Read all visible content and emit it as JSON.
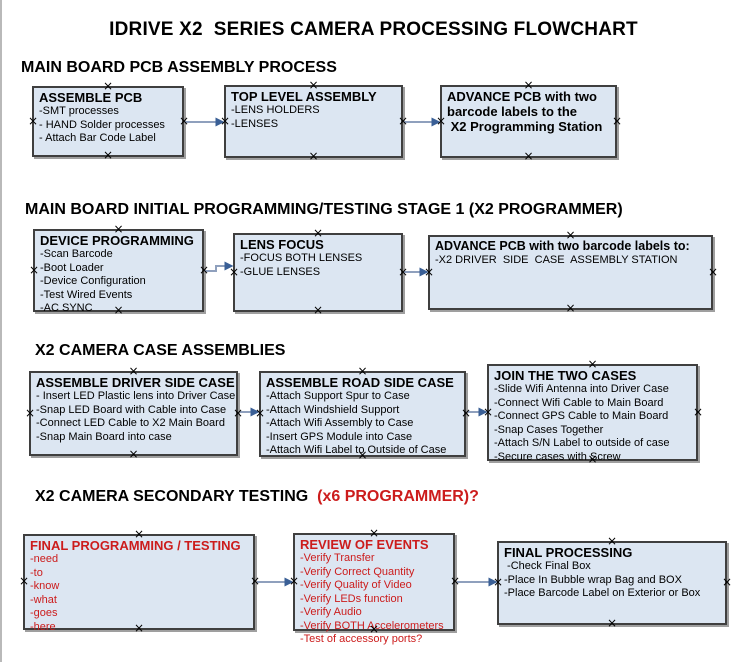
{
  "title": "IDRIVE X2  SERIES CAMERA PROCESSING FLOWCHART",
  "colors": {
    "box_fill": "#dce6f2",
    "box_border": "#3f3f3f",
    "box_shadow": "#9f9f9f",
    "red_text": "#cc1c1c",
    "arrow_line": "#8fa0bd",
    "arrow_head": "#3a5f96"
  },
  "sections": [
    {
      "heading": "MAIN BOARD PCB ASSEMBLY PROCESS",
      "boxes": [
        {
          "title": "ASSEMBLE PCB",
          "items": [
            "-SMT processes",
            "- HAND Solder processes",
            "- Attach Bar Code Label"
          ]
        },
        {
          "title": "TOP LEVEL ASSEMBLY",
          "items": [
            "-LENS HOLDERS",
            "-LENSES"
          ]
        },
        {
          "title": "ADVANCE PCB with two\nbarcode labels to the\n X2 Programming Station",
          "items": []
        }
      ]
    },
    {
      "heading": "MAIN BOARD INITIAL PROGRAMMING/TESTING STAGE 1 (X2 PROGRAMMER)",
      "boxes": [
        {
          "title": "DEVICE PROGRAMMING",
          "items": [
            "-Scan Barcode",
            "-Boot Loader",
            "-Device Configuration",
            "-Test Wired Events",
            "-AC SYNC"
          ]
        },
        {
          "title": "LENS FOCUS",
          "items": [
            "-FOCUS BOTH LENSES",
            "-GLUE LENSES"
          ]
        },
        {
          "title": "ADVANCE PCB with two barcode labels to:",
          "items": [
            "-X2 DRIVER  SIDE  CASE  ASSEMBLY STATION"
          ]
        }
      ]
    },
    {
      "heading": "X2 CAMERA CASE ASSEMBLIES",
      "boxes": [
        {
          "title": "ASSEMBLE DRIVER SIDE CASE",
          "items": [
            "- Insert LED Plastic lens into Driver Case",
            "-Snap LED Board with Cable into Case",
            "-Connect LED Cable to X2 Main Board",
            "-Snap Main Board into case"
          ]
        },
        {
          "title": "ASSEMBLE ROAD SIDE CASE",
          "items": [
            "-Attach Support Spur to Case",
            "-Attach Windshield Support",
            "-Attach Wifi Assembly to Case",
            "-Insert GPS Module into Case",
            "-Attach Wifi Label to Outside of Case"
          ]
        },
        {
          "title": "JOIN THE TWO CASES",
          "items": [
            "-Slide Wifi Antenna into Driver Case",
            "-Connect Wifi Cable to Main Board",
            "-Connect GPS Cable to Main Board",
            "-Snap Cases Together",
            "-Attach S/N Label to outside of case",
            "-Secure cases with Screw"
          ]
        }
      ]
    },
    {
      "heading": "X2 CAMERA SECONDARY TESTING ",
      "heading_red": " (x6 PROGRAMMER)?",
      "boxes": [
        {
          "title": "FINAL PROGRAMMING / TESTING",
          "items": [
            "-need",
            "-to",
            "-know",
            "-what",
            "-goes",
            "-here"
          ]
        },
        {
          "title": "REVIEW OF EVENTS",
          "items": [
            "-Verify Transfer",
            "-Verify Correct Quantity",
            "-Verify Quality of Video",
            "-Verify LEDs function",
            "-Verify Audio",
            "-Verify BOTH Accelerometers",
            "-Test of accessory ports?"
          ]
        },
        {
          "title": "FINAL PROCESSING",
          "items": [
            " -Check Final Box",
            "-Place In Bubble wrap Bag and BOX",
            "-Place Barcode Label on Exterior or Box"
          ]
        }
      ]
    }
  ]
}
